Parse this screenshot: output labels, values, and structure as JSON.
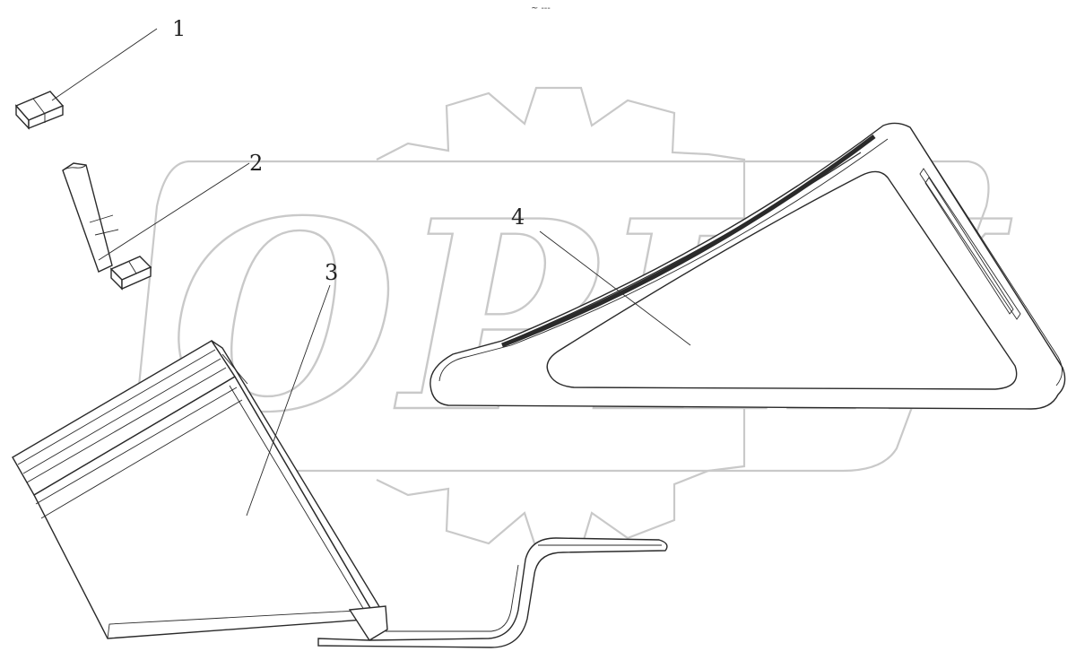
{
  "header": {
    "mark": "~ ---"
  },
  "watermark": {
    "text": "OPEX",
    "gear": true,
    "color": "#c9c9c9"
  },
  "callouts": [
    {
      "id": "1",
      "label": "1"
    },
    {
      "id": "2",
      "label": "2"
    },
    {
      "id": "3",
      "label": "3"
    },
    {
      "id": "4",
      "label": "4"
    }
  ],
  "parts": [
    {
      "id": "1",
      "icon": "nut-icon"
    },
    {
      "id": "2",
      "icon": "bolt-icon"
    },
    {
      "id": "3",
      "icon": "mount-bracket-icon"
    },
    {
      "id": "4",
      "icon": "triangular-plate-icon"
    }
  ]
}
